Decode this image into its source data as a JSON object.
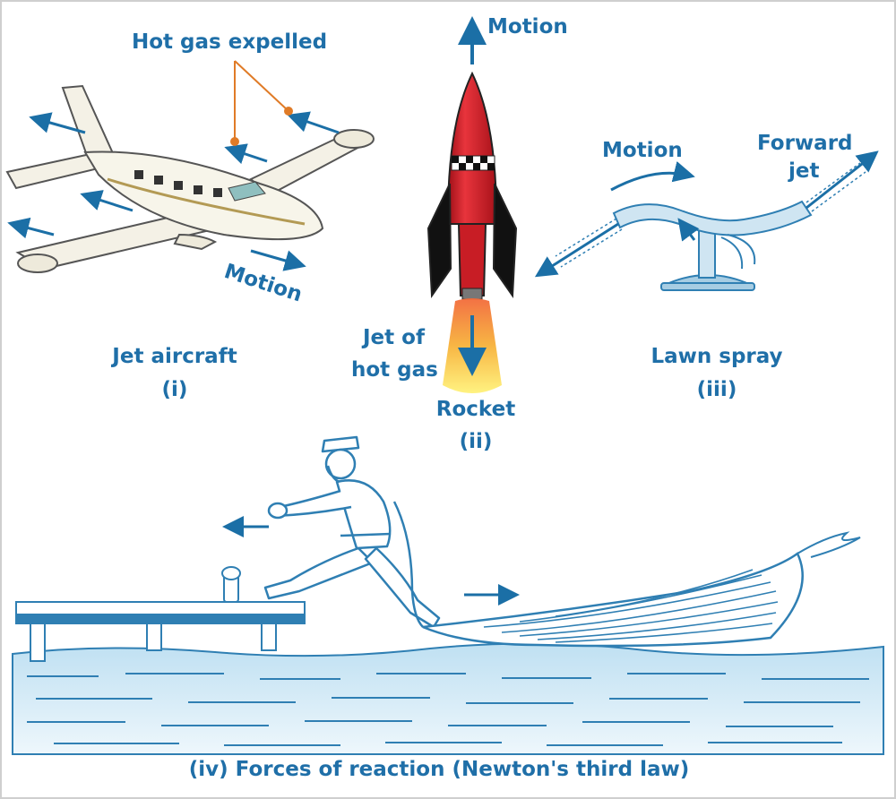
{
  "panels": {
    "jet": {
      "label_hot_gas": "Hot gas expelled",
      "label_motion": "Motion",
      "caption": "Jet aircraft",
      "numeral": "(i)"
    },
    "rocket": {
      "label_motion": "Motion",
      "label_jet_line1": "Jet of",
      "label_jet_line2": "hot gas",
      "caption": "Rocket",
      "numeral": "(ii)"
    },
    "lawn": {
      "label_motion": "Motion",
      "label_forward_line1": "Forward",
      "label_forward_line2": "jet",
      "caption": "Lawn spray",
      "numeral": "(iii)"
    },
    "boat": {
      "caption": "(iv) Forces of reaction (Newton's third law)"
    }
  },
  "colors": {
    "label_blue": "#1f6fa8",
    "arrow_blue": "#1b6fa6",
    "line_blue": "#2f7fb3",
    "water_light": "#d8ecf7",
    "rocket_red": "#d81e28",
    "callout_orange": "#e07b27"
  }
}
